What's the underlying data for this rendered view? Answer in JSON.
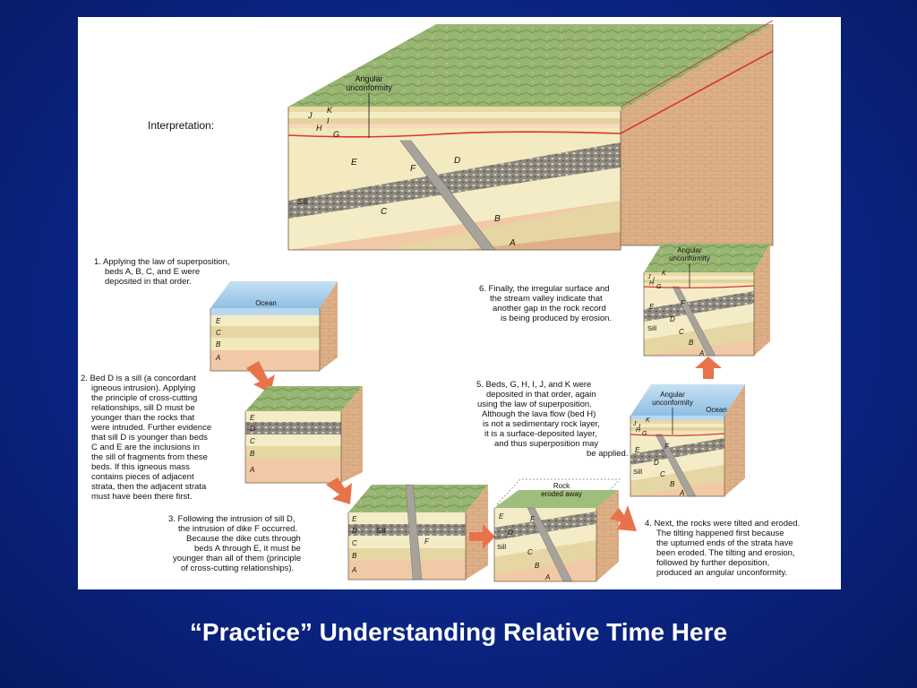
{
  "slide": {
    "caption": "“Practice” Understanding Relative Time Here"
  },
  "colors": {
    "background": "#0b2585",
    "land": "#8fae6a",
    "ocean": "#9cc6e6",
    "pink_bed": "#f2c9a6",
    "yellow_bed": "#f3e8b8",
    "tan_bed": "#e3d29d",
    "sill": "#9a958a",
    "dike": "#a8a39a",
    "basement": "#deb088",
    "unconformity": "#d8343a",
    "arrow": "#e8724a"
  },
  "main": {
    "heading": "Interpretation:",
    "unconformity_label_1": "Angular",
    "unconformity_label_2": "unconformity",
    "labels": {
      "K": "K",
      "J": "J",
      "I": "I",
      "H": "H",
      "G": "G",
      "E": "E",
      "F": "F",
      "D": "D",
      "Sill": "Sill",
      "C": "C",
      "B": "B",
      "A": "A"
    }
  },
  "steps": {
    "s1": {
      "lines": [
        "1. Applying the law of superposition,",
        "beds A, B, C, and E were",
        "deposited in that order."
      ],
      "ocean": "Ocean",
      "beds": [
        "E",
        "C",
        "B",
        "A"
      ]
    },
    "s2": {
      "lines": [
        "2. Bed D is a sill (a concordant",
        "igneous intrusion). Applying",
        "the principle of cross-cutting",
        "relationships, sill D must be",
        "younger than the rocks that",
        "were intruded. Further evidence",
        "that sill D is younger than beds",
        "C and E are the inclusions in",
        "the sill of fragments from these",
        "beds. If this igneous mass",
        "contains pieces of adjacent",
        "strata, then the adjacent strata",
        "must have been there first."
      ],
      "beds": [
        "E",
        "D",
        "C",
        "B",
        "A"
      ]
    },
    "s3": {
      "lines": [
        "3. Following the intrusion of sill D,",
        "the intrusion of dike F occurred.",
        "Because the dike cuts through",
        "beds A through E, it must be",
        "younger than all of them (principle",
        "of cross-cutting relationships)."
      ],
      "beds": [
        "E",
        "D",
        "C",
        "B",
        "A"
      ],
      "sill": "Sill",
      "dike": "F"
    },
    "s4": {
      "lines": [
        "4. Next, the rocks were tilted and eroded.",
        "The tilting happened first because",
        "the upturned ends of the strata have",
        "been eroded. The tilting and erosion,",
        "followed by further deposition,",
        "produced an angular unconformity."
      ],
      "eroded_1": "Rock",
      "eroded_2": "eroded away",
      "labels": [
        "E",
        "F",
        "D",
        "Sill",
        "C",
        "B",
        "A"
      ]
    },
    "s5": {
      "lines": [
        "5.   Beds, G, H, I, J, and K were",
        "deposited in that order, again",
        "using the law of superposition.",
        "Although the lava flow (bed H)",
        "is not a sedimentary rock layer,",
        "it is a surface-deposited layer,",
        "and thus superposition may",
        "be applied."
      ],
      "ocean": "Ocean",
      "unc_1": "Angular",
      "unc_2": "unconformity",
      "labels": [
        "K",
        "J",
        "I",
        "H",
        "G",
        "E",
        "F",
        "D",
        "Sill",
        "C",
        "B",
        "A"
      ]
    },
    "s6": {
      "lines": [
        "6. Finally, the irregular surface and",
        "the stream valley indicate that",
        "another gap in the rock record",
        "is being produced by erosion."
      ],
      "unc_1": "Angular",
      "unc_2": "unconformity",
      "labels": [
        "K",
        "J",
        "I",
        "H",
        "G",
        "E",
        "F",
        "D",
        "Sill",
        "C",
        "B",
        "A"
      ]
    }
  }
}
